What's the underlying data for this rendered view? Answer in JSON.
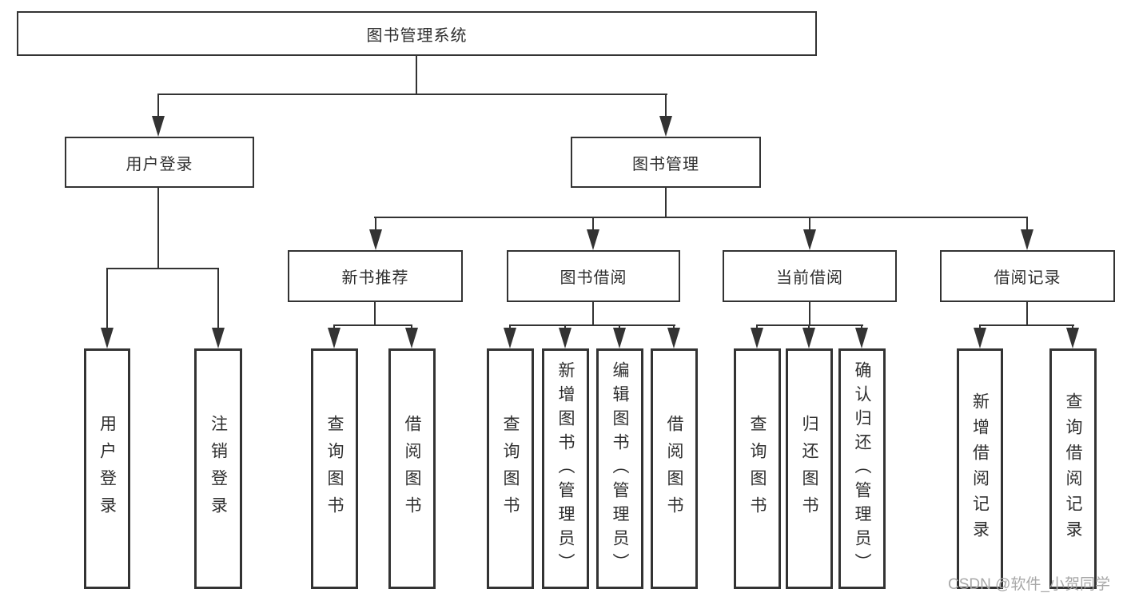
{
  "diagram_title": "图书管理系统",
  "tree": {
    "root": {
      "label": "图书管理系统"
    },
    "branches": [
      {
        "label": "用户登录",
        "children": [
          {
            "label": "用户登录"
          },
          {
            "label": "注销登录"
          }
        ]
      },
      {
        "label": "图书管理",
        "children": [
          {
            "label": "新书推荐",
            "children": [
              {
                "label": "查询图书"
              },
              {
                "label": "借阅图书"
              }
            ]
          },
          {
            "label": "图书借阅",
            "children": [
              {
                "label": "查询图书"
              },
              {
                "label": "新增图书（管理员）"
              },
              {
                "label": "编辑图书（管理员）"
              },
              {
                "label": "借阅图书"
              }
            ]
          },
          {
            "label": "当前借阅",
            "children": [
              {
                "label": "查询图书"
              },
              {
                "label": "归还图书"
              },
              {
                "label": "确认归还（管理员）"
              }
            ]
          },
          {
            "label": "借阅记录",
            "children": [
              {
                "label": "新增借阅记录"
              },
              {
                "label": "查询借阅记录"
              }
            ]
          }
        ]
      }
    ]
  },
  "watermark": "CSDN @软件_小贺同学",
  "colors": {
    "line": "#333333",
    "box_border": "#333333",
    "text": "#2f2f2f",
    "watermark": "#a8a8a8",
    "background": "#ffffff"
  }
}
